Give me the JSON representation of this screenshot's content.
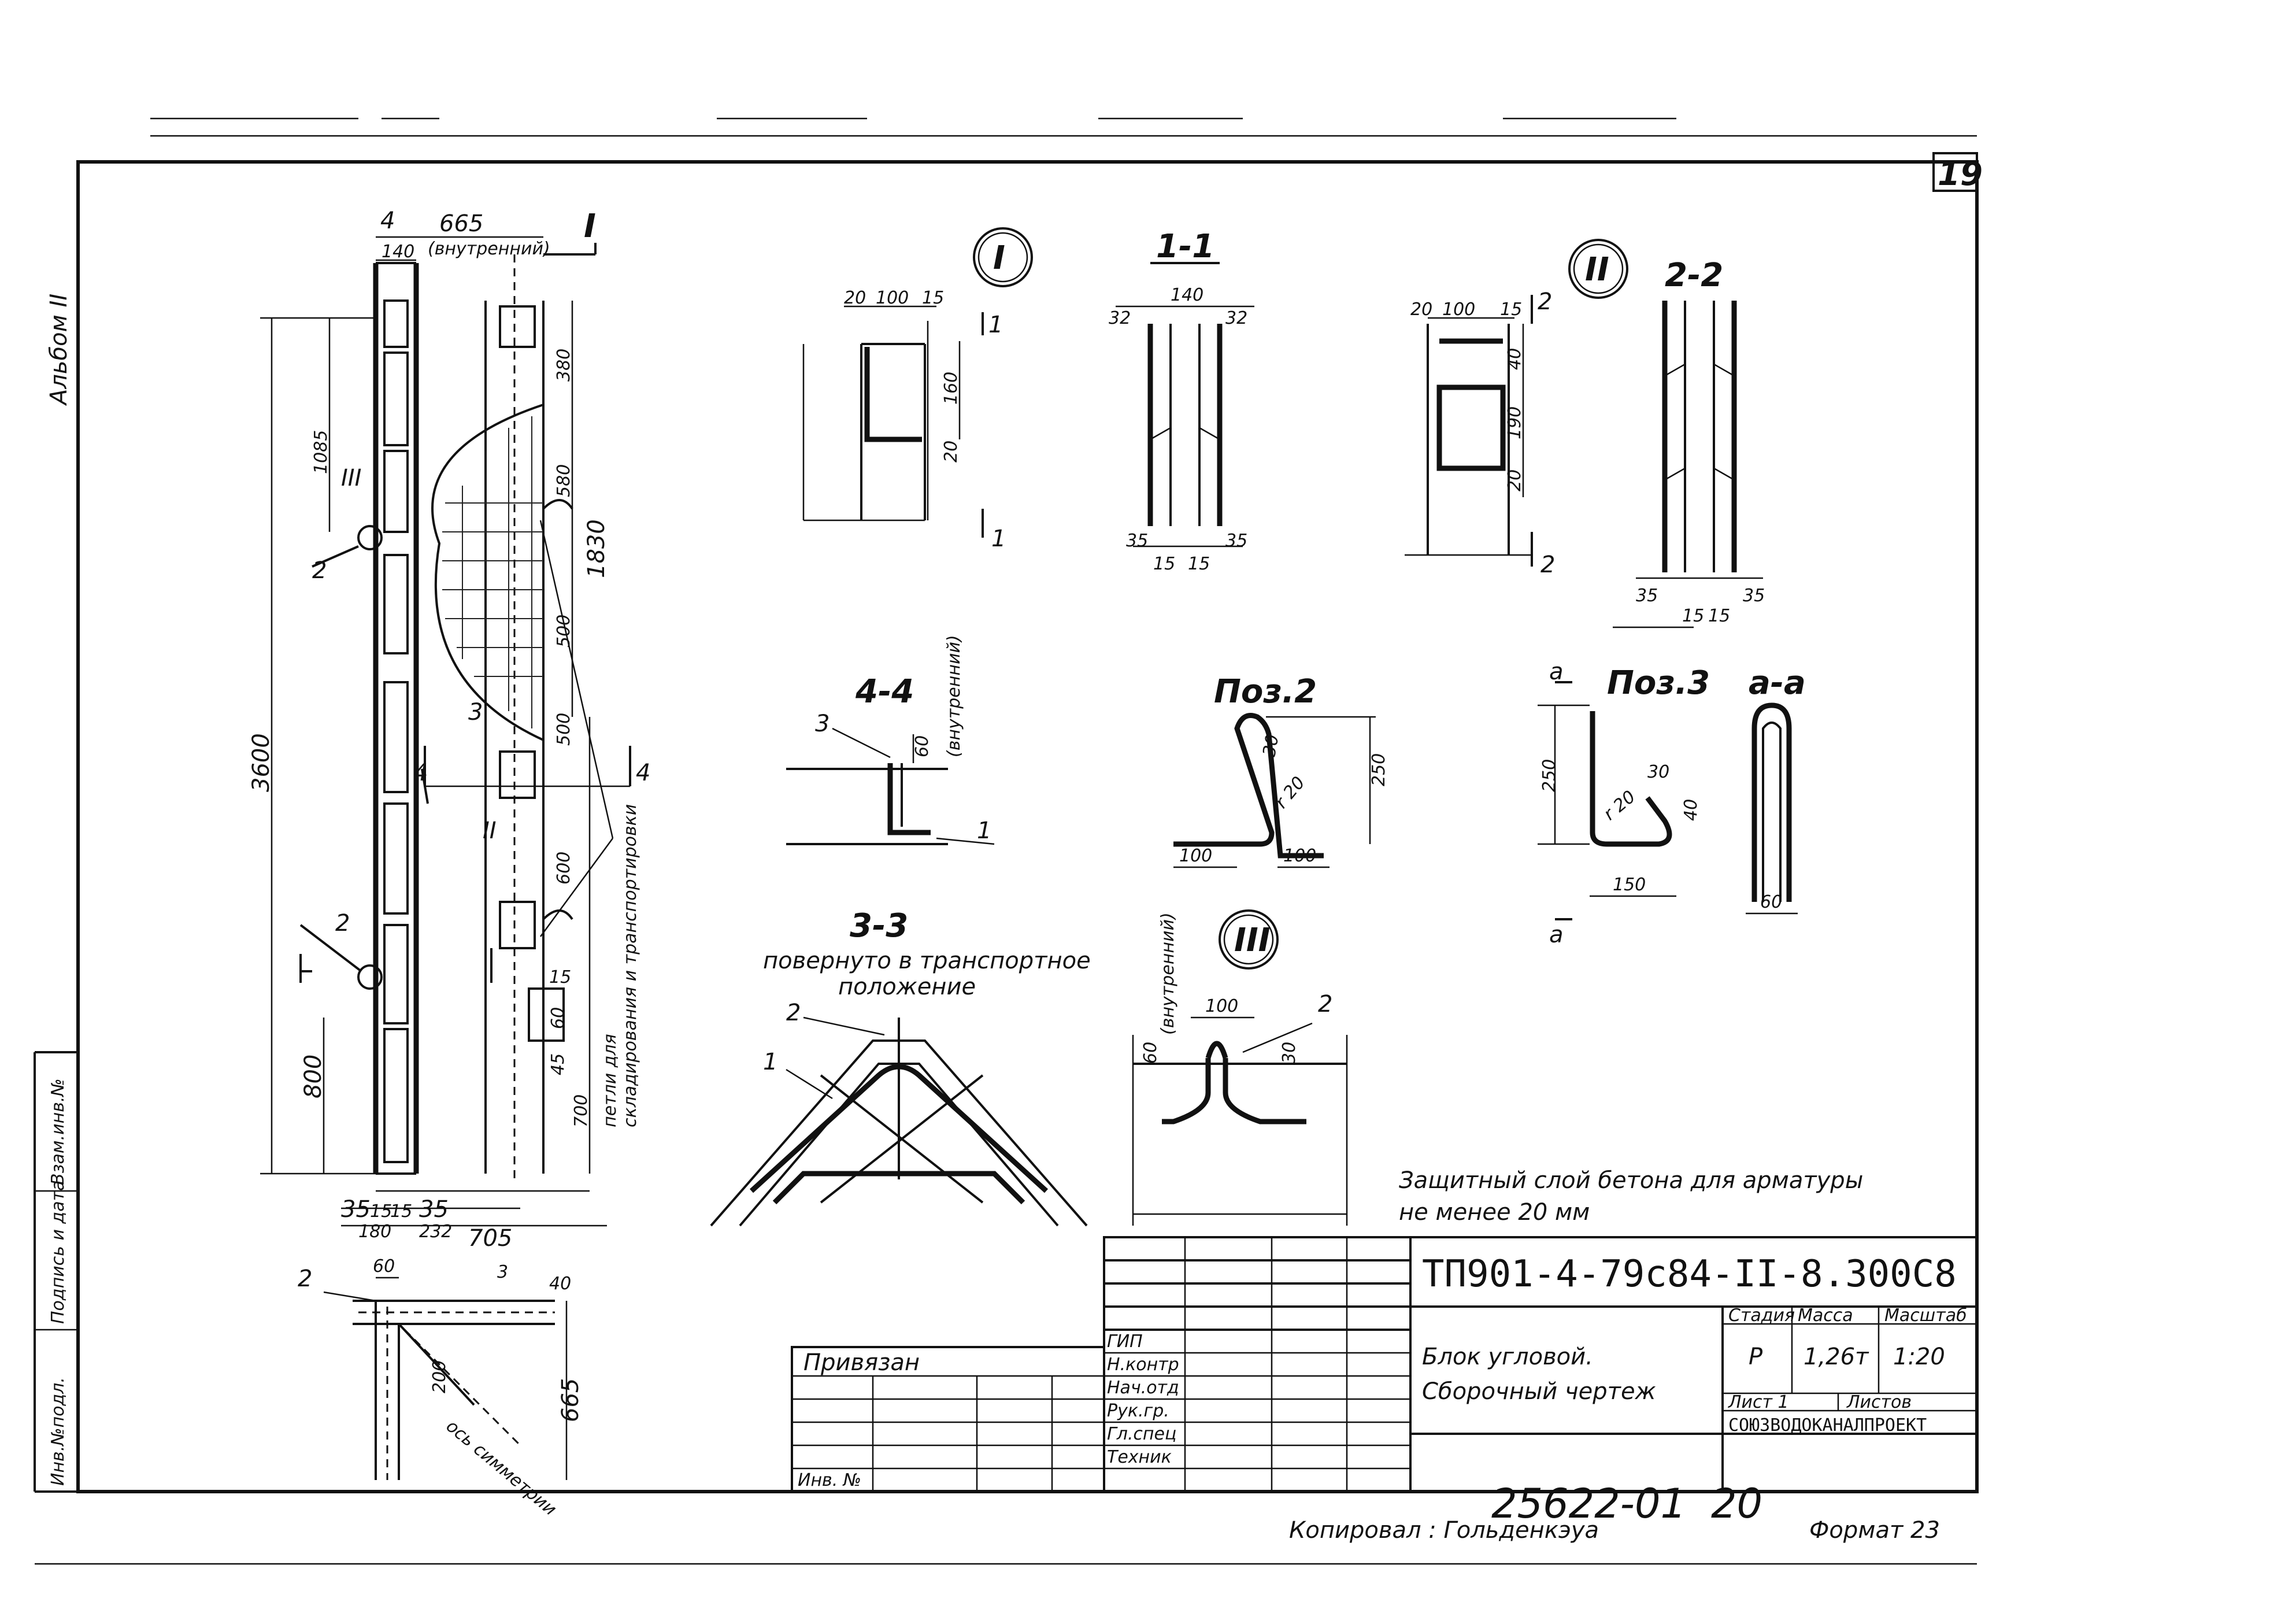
{
  "sheet": {
    "page_number": "19",
    "album_label": "Альбом II",
    "designation": "ТП901-4-79с84-II-8.300С8",
    "title_line1": "Блок угловой.",
    "title_line2": "Сборочный чертеж",
    "stage_header": "Стадия",
    "mass_header": "Масса",
    "scale_header": "Масштаб",
    "stage_value": "Р",
    "mass_value": "1,26т",
    "scale_value": "1:20",
    "sheet_label": "Лист 1",
    "sheets_label": "Листов",
    "organization": "СОЮЗВОДОКАНАЛПРОЕКТ",
    "order_label": "Привязан",
    "inv_label": "Инв. №",
    "archive_number": "25622-01",
    "archive_sheet": "20",
    "copied_by": "Копировал : Гольденкэуа",
    "format": "Формат 23",
    "note_line1": "Защитный слой бетона для арматуры",
    "note_line2": "не менее 20 мм",
    "stamp_rows": [
      "ГИП",
      "Н.контр",
      "Нач.отд",
      "Рук.гр.",
      "Гл.спец",
      "Техник"
    ],
    "side_labels": [
      "Инв.№подл.",
      "Подпись и дата",
      "Взам.инв.№"
    ]
  },
  "views": {
    "section_1_1": "1-1",
    "section_2_2": "2-2",
    "section_3_3": "3-3",
    "section_4_4": "4-4",
    "section_a_a": "а-а",
    "node_1": "I",
    "node_2": "II",
    "node_3": "III",
    "pos_2": "Поз.2",
    "pos_3": "Поз.3",
    "note_3_3_line1": "повернуто в транспортное",
    "note_3_3_line2": "положение",
    "inner_label": "(внутренний)",
    "axis_label": "ось симметрии",
    "lifting_note_line1": "петли для",
    "lifting_note_line2": "складирования и транспортировки"
  },
  "dimensions": {
    "top_width": "665",
    "top_140": "140",
    "marker_4": "4",
    "overall_height": "3600",
    "seg_1085": "1085",
    "seg_1830": "1830",
    "seg_380": "380",
    "seg_580": "580",
    "seg_500a": "500",
    "seg_500b": "500",
    "seg_600": "600",
    "seg_800": "800",
    "seg_700": "700",
    "seg_45": "45",
    "seg_60a": "60",
    "seg_15": "15",
    "bottom_35a": "35",
    "bottom_15a": "15",
    "bottom_15b": "15",
    "bottom_35b": "35",
    "bottom_180": "180",
    "bottom_232": "232",
    "bottom_705": "705",
    "plan_60": "60",
    "plan_3": "3",
    "plan_40": "40",
    "plan_665": "665",
    "plan_200": "200",
    "n1_20": "20",
    "n1_100": "100",
    "n1_15": "15",
    "n1_160": "160",
    "n1_20b": "20",
    "s11_32a": "32",
    "s11_140": "140",
    "s11_32b": "32",
    "s11_35a": "35",
    "s11_35b": "35",
    "s11_15a": "15",
    "s11_15b": "15",
    "n2_20": "20",
    "n2_100": "100",
    "n2_15": "15",
    "n2_40": "40",
    "n2_190": "190",
    "n2_20b": "20",
    "s22_35a": "35",
    "s22_15a": "15",
    "s22_15b": "15",
    "s22_35b": "35",
    "p2_250": "250",
    "p2_100a": "100",
    "p2_100b": "100",
    "p2_r20": "r 20",
    "p2_30": "30",
    "p3_250": "250",
    "p3_150": "150",
    "p3_30": "30",
    "p3_40": "40",
    "p3_r": "r 20",
    "aa_60": "60",
    "s44_60": "60",
    "n3_100": "100",
    "n3_60": "60",
    "n3_30": "30",
    "call_1": "1",
    "call_2": "2",
    "call_3": "3",
    "call_4": "4",
    "call_a": "а",
    "call_I": "I",
    "call_II": "II",
    "call_III": "III"
  }
}
